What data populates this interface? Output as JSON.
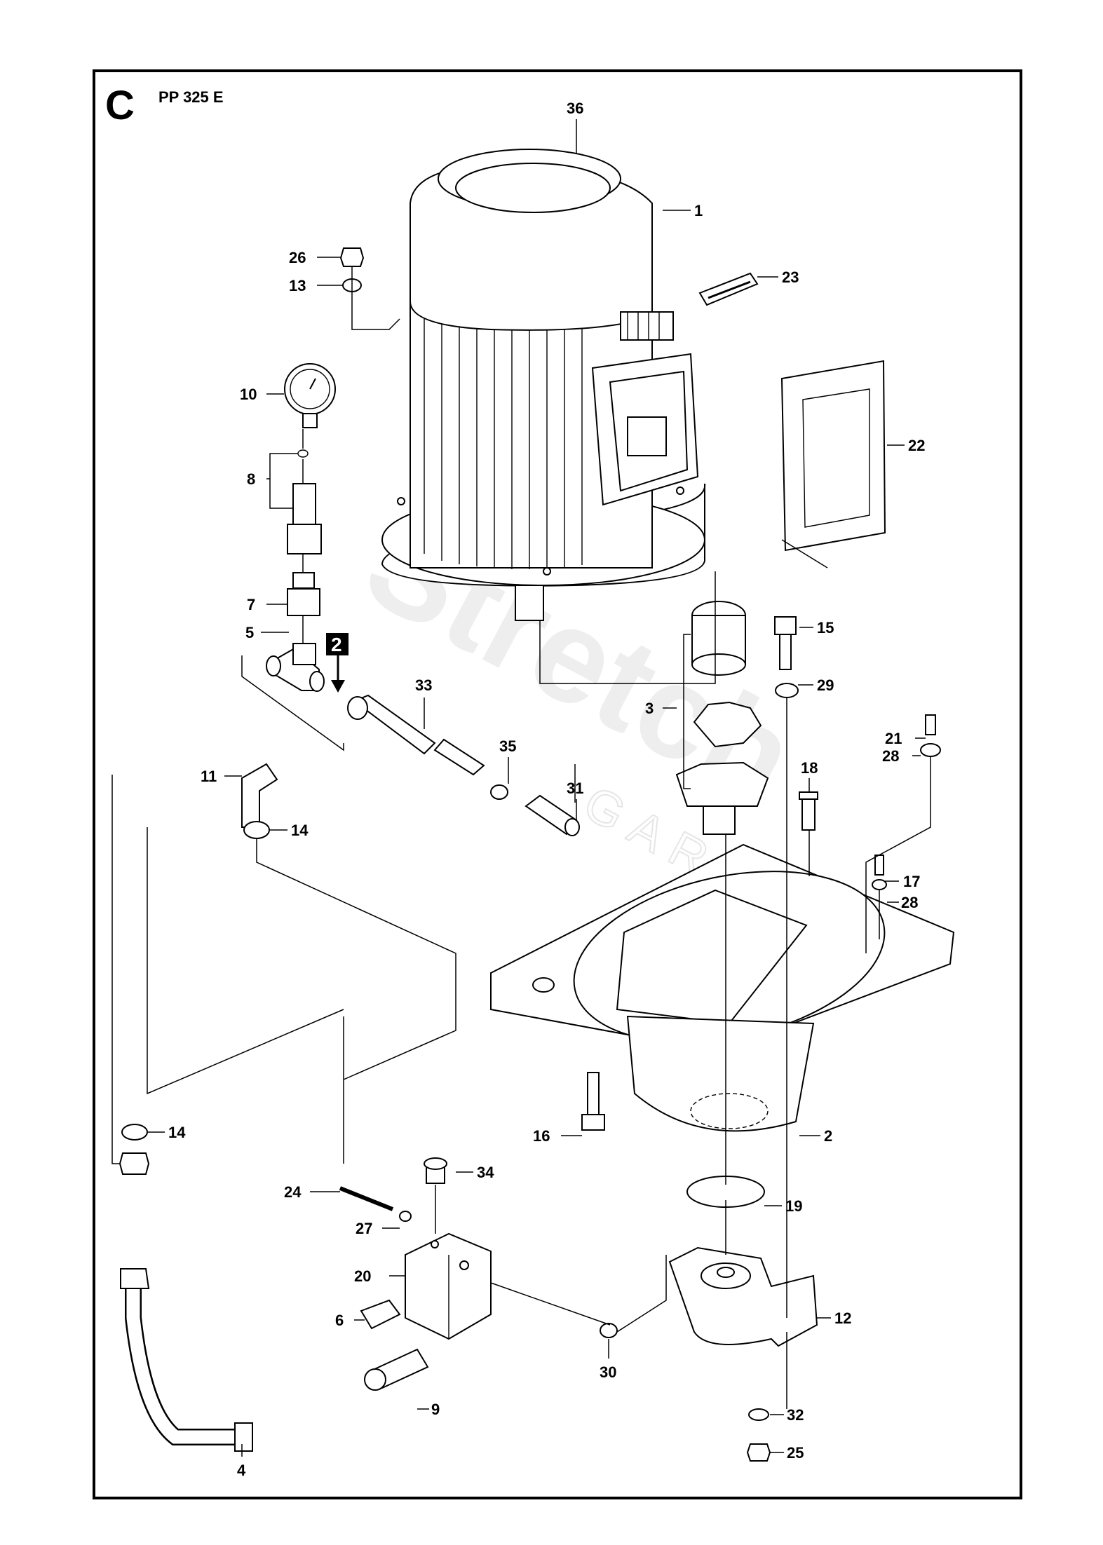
{
  "header": {
    "section_letter": "C",
    "model": "PP 325 E"
  },
  "watermark": {
    "text": "Stretch",
    "subtext": "GARDEN"
  },
  "callout": {
    "ref_number": "2"
  },
  "part_labels": [
    {
      "id": "36",
      "part": "motor-top"
    },
    {
      "id": "1",
      "part": "electric-motor"
    },
    {
      "id": "23",
      "part": "rotation-label"
    },
    {
      "id": "26",
      "part": "nut"
    },
    {
      "id": "13",
      "part": "washer"
    },
    {
      "id": "10",
      "part": "pressure-gauge"
    },
    {
      "id": "22",
      "part": "gasket"
    },
    {
      "id": "8",
      "part": "gauge-fitting"
    },
    {
      "id": "7",
      "part": "nipple"
    },
    {
      "id": "5",
      "part": "tee-fitting"
    },
    {
      "id": "33",
      "part": "hose-fitting"
    },
    {
      "id": "35",
      "part": "seal-ring"
    },
    {
      "id": "31",
      "part": "connector"
    },
    {
      "id": "15",
      "part": "bolt"
    },
    {
      "id": "29",
      "part": "washer"
    },
    {
      "id": "3",
      "part": "coupling"
    },
    {
      "id": "21",
      "part": "screw"
    },
    {
      "id": "28",
      "part": "washer"
    },
    {
      "id": "11",
      "part": "elbow-fitting"
    },
    {
      "id": "14",
      "part": "seal-washer"
    },
    {
      "id": "18",
      "part": "flange-bolt"
    },
    {
      "id": "17",
      "part": "bolt"
    },
    {
      "id": "16",
      "part": "bolt"
    },
    {
      "id": "2",
      "part": "pump-housing"
    },
    {
      "id": "19",
      "part": "o-ring"
    },
    {
      "id": "34",
      "part": "plug"
    },
    {
      "id": "24",
      "part": "screw"
    },
    {
      "id": "27",
      "part": "washer"
    },
    {
      "id": "20",
      "part": "valve-block"
    },
    {
      "id": "12",
      "part": "hydraulic-pump"
    },
    {
      "id": "6",
      "part": "nipple"
    },
    {
      "id": "9",
      "part": "relief-valve"
    },
    {
      "id": "30",
      "part": "o-ring"
    },
    {
      "id": "32",
      "part": "washer"
    },
    {
      "id": "25",
      "part": "nut"
    },
    {
      "id": "4",
      "part": "pipe"
    }
  ]
}
